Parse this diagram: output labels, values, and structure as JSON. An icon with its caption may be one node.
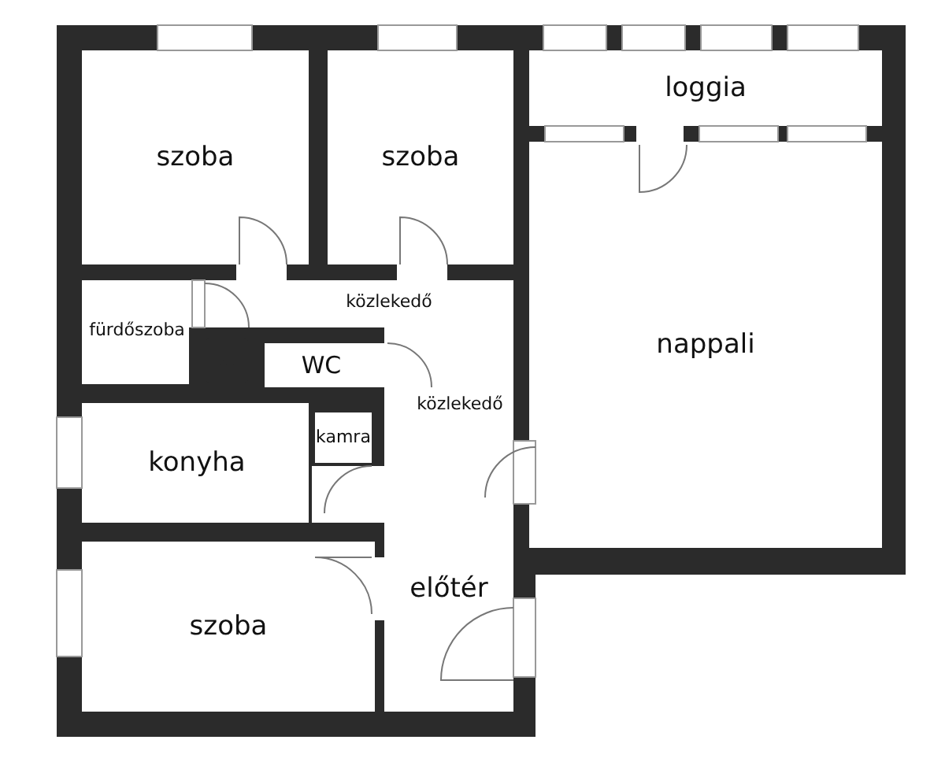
{
  "diagram": {
    "nodes": [
      {
        "text": [
          "szoba"
        ]
      },
      {
        "text": [
          "szoba"
        ]
      },
      {
        "text": [
          "loggia"
        ]
      },
      {
        "text": [
          "közlekedő"
        ]
      },
      {
        "text": [
          "nappali"
        ]
      },
      {
        "text": [
          "fürdőszoba"
        ]
      },
      {
        "text": [
          "WC"
        ]
      },
      {
        "text": [
          "közlekedő"
        ]
      },
      {
        "text": [
          "kamra"
        ]
      },
      {
        "text": [
          "konyha"
        ]
      },
      {
        "text": [
          "szoba"
        ]
      },
      {
        "text": [
          "előtér"
        ]
      }
    ]
  }
}
